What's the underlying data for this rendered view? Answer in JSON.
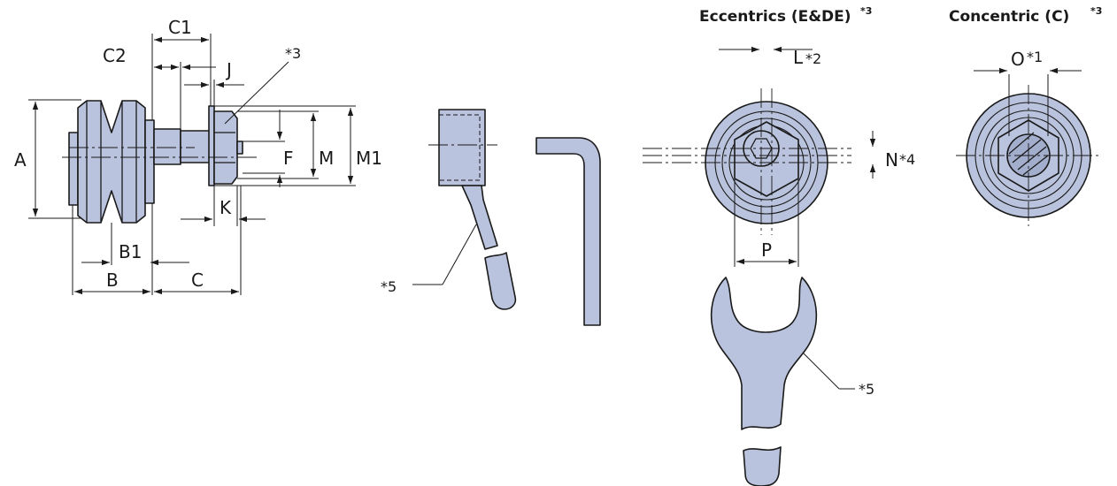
{
  "titles": {
    "eccentric": "Eccentrics (E&DE)",
    "eccentric_note": "*3",
    "concentric": "Concentric (C)",
    "concentric_note": "*3"
  },
  "dimensions": {
    "A": "A",
    "B": "B",
    "B1": "B1",
    "C": "C",
    "C1": "C1",
    "C2": "C2",
    "J": "J",
    "K": "K",
    "F": "F",
    "M": "M",
    "M1": "M1",
    "L": "L",
    "L_note": "*2",
    "N": "N",
    "N_note": "*4",
    "O": "O",
    "O_note": "*1",
    "P": "P"
  },
  "callouts": {
    "nut_note": "*3",
    "hex_key_note": "*5",
    "wrench_note": "*5"
  },
  "colors": {
    "part_fill": "#b9c3dd",
    "line": "#1a1a1a"
  }
}
